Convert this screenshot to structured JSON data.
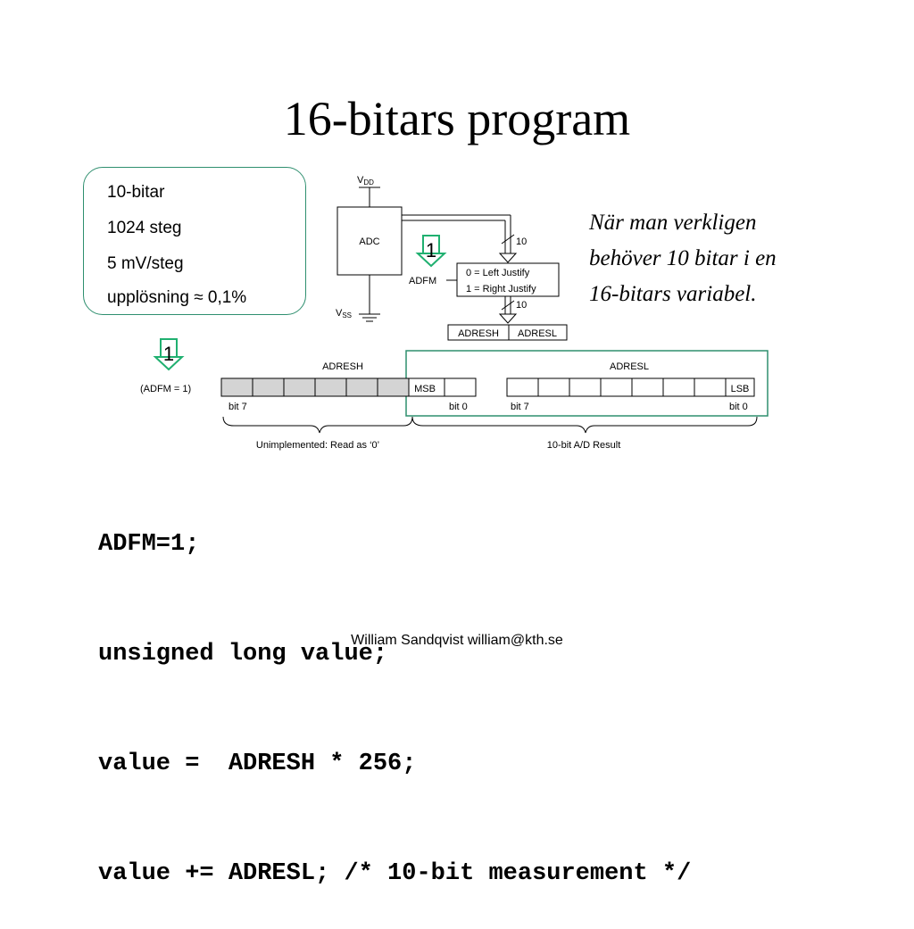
{
  "slide": {
    "title": "16-bitars program",
    "specs": [
      "10-bitar",
      "1024 steg",
      "5 mV/steg",
      "upplösning ≈ 0,1%"
    ],
    "note": [
      "När man verkligen",
      "behöver 10 bitar i en",
      "16-bitars variabel."
    ],
    "code": [
      "ADFM=1;",
      "unsigned long value;",
      "value =  ADRESH * 256;",
      "value += ADRESL; /* 10-bit measurement */"
    ],
    "footer": "William Sandqvist  william@kth.se"
  },
  "diagram": {
    "vdd": "V",
    "vdd_sub": "DD",
    "vss": "V",
    "vss_sub": "SS",
    "adc": "ADC",
    "bus_width_1": "10",
    "bus_width_2": "10",
    "adfm": "ADFM",
    "justify_left": "0 = Left Justify",
    "justify_right": "1 = Right Justify",
    "reg_high": "ADRESH",
    "reg_low": "ADRESL",
    "marker_top": "1",
    "marker_bottom": "1"
  },
  "register": {
    "adresh_label": "ADRESH",
    "adresl_label": "ADRESL",
    "mode": "(ADFM = 1)",
    "msb": "MSB",
    "lsb": "LSB",
    "bit7_left": "bit 7",
    "bit0_left": "bit 0",
    "bit7_right": "bit 7",
    "bit0_right": "bit 0",
    "unimplemented": "Unimplemented: Read as ‘0’",
    "result": "10-bit A/D Result"
  },
  "colors": {
    "accent_green": "#2f8f6f",
    "arrow_green": "#20b070",
    "shade": "#d4d4d4"
  }
}
